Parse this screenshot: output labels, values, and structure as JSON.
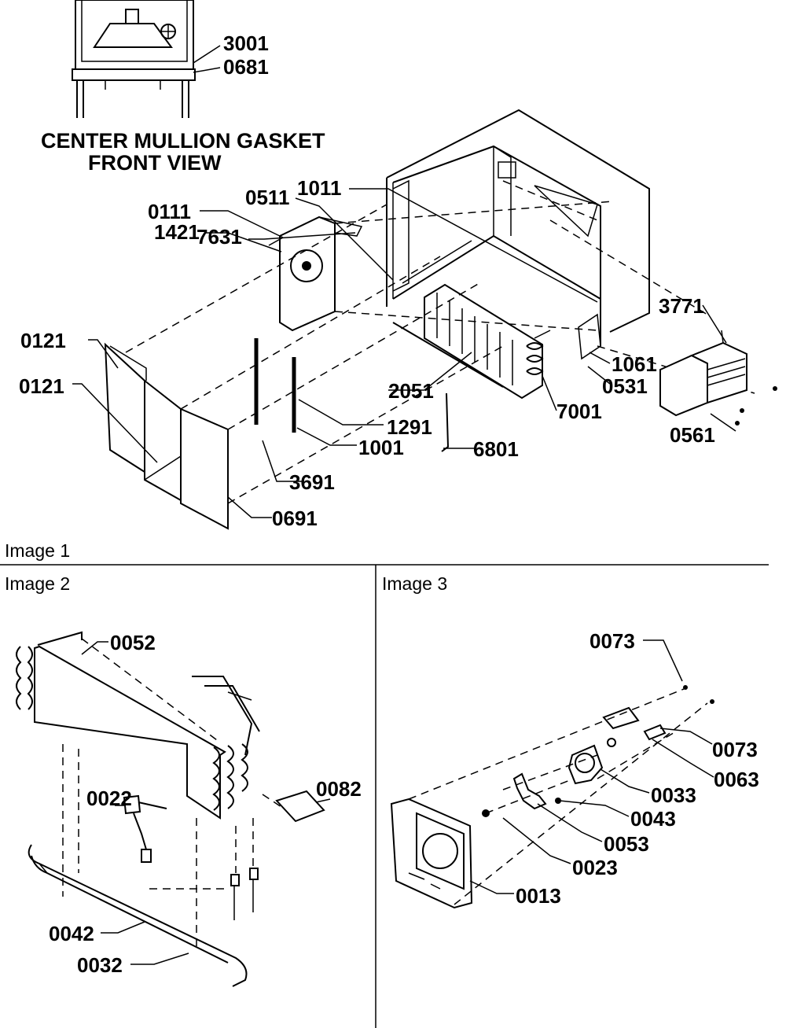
{
  "caption": {
    "line1": "CENTER MULLION GASKET",
    "line2": "FRONT VIEW"
  },
  "sections": {
    "image1": "Image 1",
    "image2": "Image 2",
    "image3": "Image 3"
  },
  "image1_labels": {
    "p3001": "3001",
    "p0681": "0681",
    "p1011": "1011",
    "p0511": "0511",
    "p7631": "7631",
    "p0111": "0111",
    "p1421": "1421",
    "p0121a": "0121",
    "p0121b": "0121",
    "p3771": "3771",
    "p1061": "1061",
    "p0531": "0531",
    "p2051": "2051",
    "p7001": "7001",
    "p1291": "1291",
    "p1001": "1001",
    "p6801": "6801",
    "p0561": "0561",
    "p3691": "3691",
    "p0691": "0691"
  },
  "image2_labels": {
    "p0052": "0052",
    "p0082": "0082",
    "p0022": "0022",
    "p0042": "0042",
    "p0032": "0032"
  },
  "image3_labels": {
    "p0073a": "0073",
    "p0073b": "0073",
    "p0063": "0063",
    "p0033": "0033",
    "p0043": "0043",
    "p0053": "0053",
    "p0023": "0023",
    "p0013": "0013"
  }
}
